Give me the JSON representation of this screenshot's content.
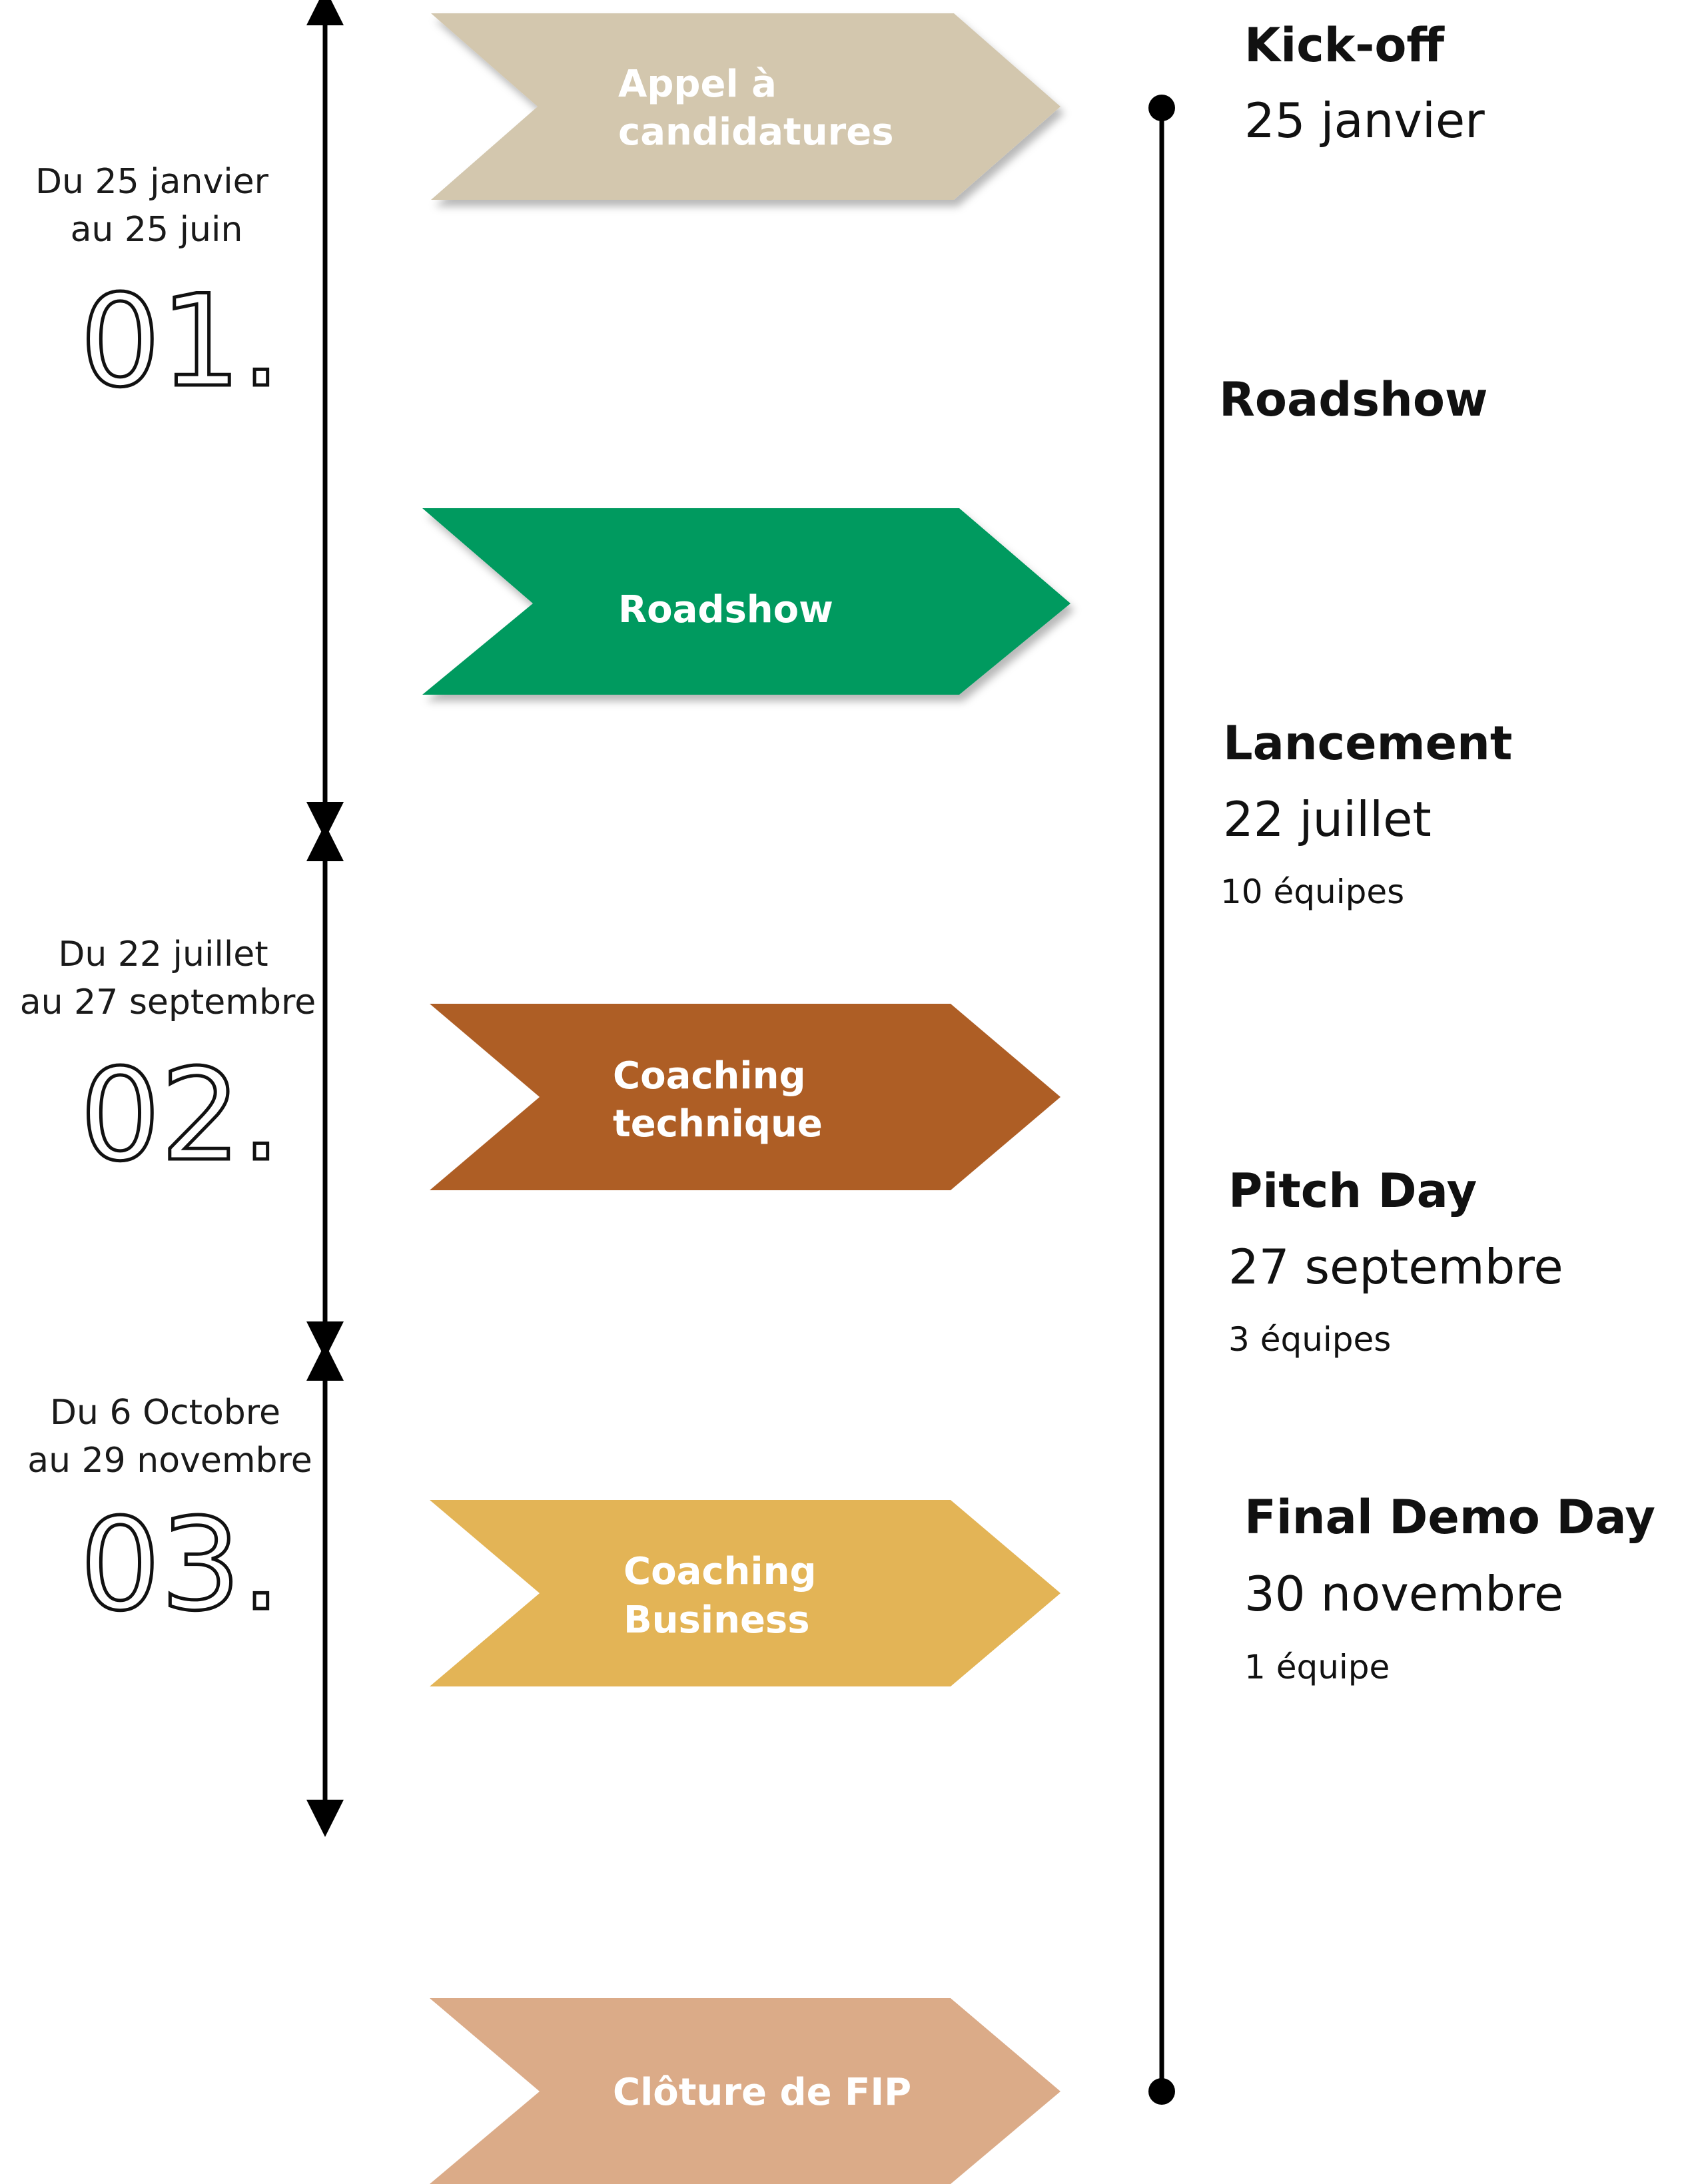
{
  "stages": [
    {
      "lines": [
        "Appel à",
        "candidatures"
      ],
      "color": "#d3c7ae"
    },
    {
      "lines": [
        "Roadshow"
      ],
      "color": "#019a5e"
    },
    {
      "lines": [
        "Coaching",
        "technique"
      ],
      "color": "#ae5e25"
    },
    {
      "lines": [
        "Coaching",
        "Business"
      ],
      "color": "#e3b456"
    },
    {
      "lines": [
        "Clôture de FIP"
      ],
      "color": "#dbab88"
    }
  ],
  "phases": [
    {
      "number": "01.",
      "period_line1": "Du 25 janvier",
      "period_line2": "au 25 juin"
    },
    {
      "number": "02.",
      "period_line1": "Du 22 juillet",
      "period_line2": "au 27 septembre"
    },
    {
      "number": "03.",
      "period_line1": "Du 6 Octobre",
      "period_line2": "au 29 novembre"
    }
  ],
  "events": [
    {
      "title": "Kick-off",
      "date": "25 janvier",
      "note": ""
    },
    {
      "title": "Roadshow",
      "date": "",
      "note": ""
    },
    {
      "title": "Lancement",
      "date": "22 juillet",
      "note": "10 équipes"
    },
    {
      "title": "Pitch Day",
      "date": "27 septembre",
      "note": "3 équipes"
    },
    {
      "title": "Final Demo Day",
      "date": "30 novembre",
      "note": "1 équipe"
    }
  ],
  "colors": {
    "line": "#000000",
    "text": "#111111"
  }
}
